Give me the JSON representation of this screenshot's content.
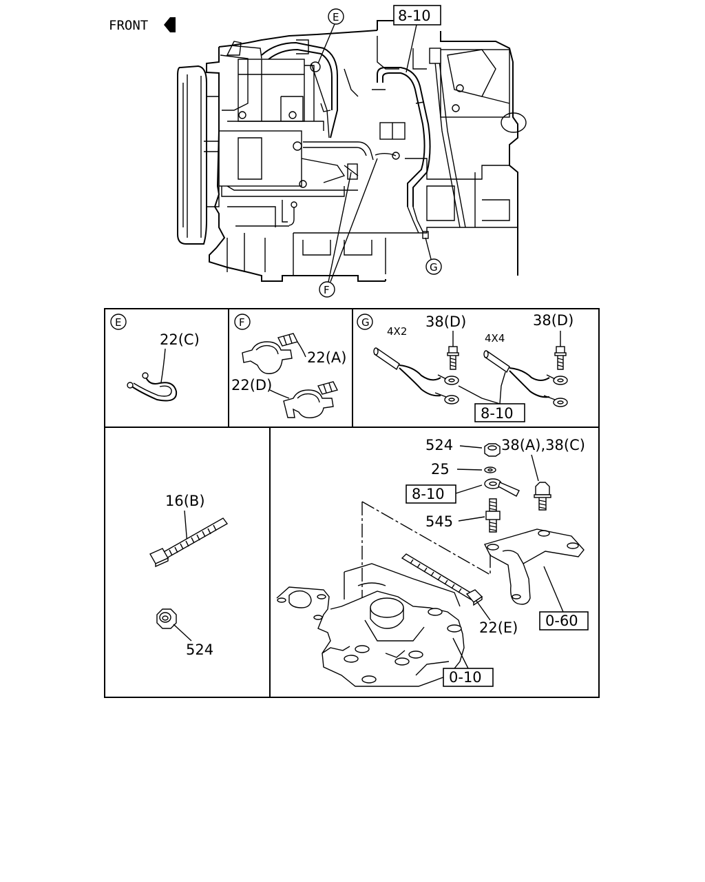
{
  "front_label": "FRONT",
  "engine_view": {
    "callout_e": "E",
    "callout_f": "F",
    "callout_g": "G",
    "ref_box": "8-10"
  },
  "panel_e": {
    "letter": "E",
    "part_22c": "22(C)"
  },
  "panel_f": {
    "letter": "F",
    "part_22a": "22(A)",
    "part_22d": "22(D)"
  },
  "panel_g": {
    "letter": "G",
    "variant_4x2": "4X2",
    "variant_4x4": "4X4",
    "bolt_left": "38(D)",
    "bolt_right": "38(D)",
    "ref_box": "8-10"
  },
  "panel_tie": {
    "part_16b": "16(B)",
    "part_524": "524"
  },
  "panel_bracket": {
    "part_524": "524",
    "part_38ac": "38(A),38(C)",
    "part_25": "25",
    "ref_8_10": "8-10",
    "part_545": "545",
    "part_22e": "22(E)",
    "ref_0_60": "0-60",
    "ref_0_10": "0-10"
  }
}
